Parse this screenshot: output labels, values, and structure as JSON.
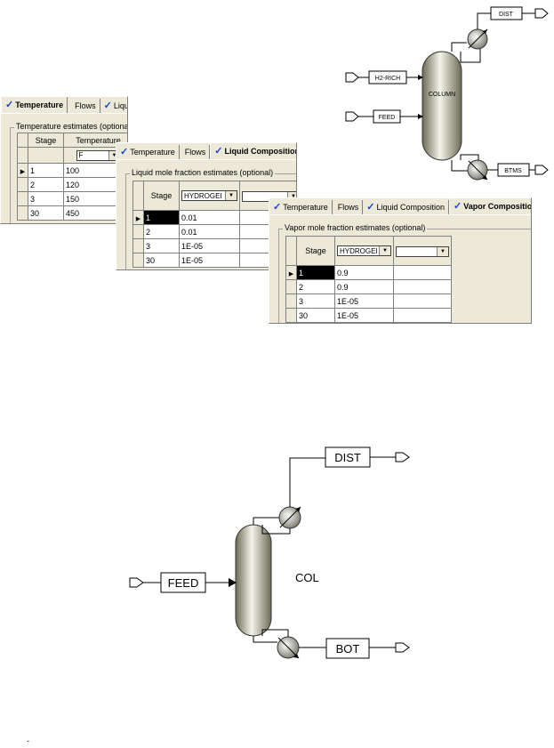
{
  "flowsheet_top": {
    "blocks": [
      "DIST",
      "H2-RICH",
      "COLUMN",
      "FEED",
      "BTMS"
    ]
  },
  "panel_temperature": {
    "tabs": [
      {
        "label": "Temperature",
        "checked": true,
        "active": true
      },
      {
        "label": "Flows",
        "checked": false,
        "active": false
      },
      {
        "label": "Liqui",
        "checked": true,
        "active": false
      }
    ],
    "group_title": "Temperature estimates (optional)",
    "headers": {
      "stage": "Stage",
      "value": "Temperature"
    },
    "unit": "F",
    "rows": [
      {
        "stage": "1",
        "value": "100"
      },
      {
        "stage": "2",
        "value": "120"
      },
      {
        "stage": "3",
        "value": "150"
      },
      {
        "stage": "30",
        "value": "450"
      }
    ]
  },
  "panel_liquid": {
    "tabs": [
      {
        "label": "Temperature",
        "checked": true,
        "active": false
      },
      {
        "label": "Flows",
        "checked": false,
        "active": false
      },
      {
        "label": "Liquid Composition",
        "checked": true,
        "active": true
      }
    ],
    "group_title": "Liquid mole fraction estimates (optional)",
    "headers": {
      "stage": "Stage"
    },
    "component": "HYDROGEI",
    "rows": [
      {
        "stage": "1",
        "value": "0.01"
      },
      {
        "stage": "2",
        "value": "0.01"
      },
      {
        "stage": "3",
        "value": "1E-05"
      },
      {
        "stage": "30",
        "value": "1E-05"
      }
    ]
  },
  "panel_vapor": {
    "tabs": [
      {
        "label": "Temperature",
        "checked": true,
        "active": false
      },
      {
        "label": "Flows",
        "checked": false,
        "active": false
      },
      {
        "label": "Liquid Composition",
        "checked": true,
        "active": false
      },
      {
        "label": "Vapor Composition",
        "checked": true,
        "active": true
      }
    ],
    "group_title": "Vapor mole fraction estimates (optional)",
    "headers": {
      "stage": "Stage"
    },
    "component": "HYDROGEI",
    "rows": [
      {
        "stage": "1",
        "value": "0.9"
      },
      {
        "stage": "2",
        "value": "0.9"
      },
      {
        "stage": "3",
        "value": "1E-05"
      },
      {
        "stage": "30",
        "value": "1E-05"
      }
    ]
  },
  "flowsheet_bottom": {
    "dist": "DIST",
    "feed": "FEED",
    "col": "COL",
    "bot": "BOT"
  },
  "footer_mark": "-"
}
